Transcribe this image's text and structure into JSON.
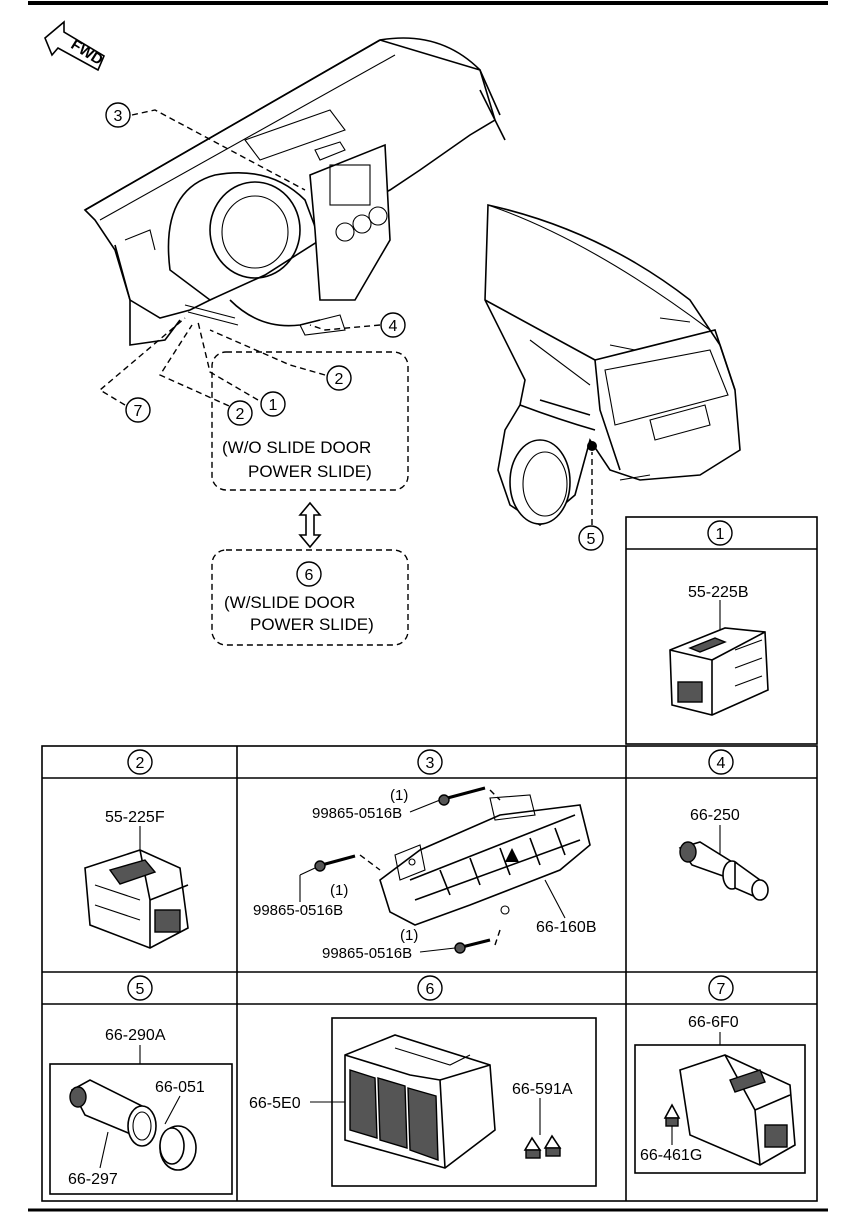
{
  "fwd_label": "FWD",
  "callouts": [
    "1",
    "2",
    "3",
    "4",
    "5",
    "6",
    "7"
  ],
  "option_a": {
    "line1": "(W/O SLIDE DOOR",
    "line2": "POWER SLIDE)"
  },
  "option_b": {
    "line1": "(W/SLIDE DOOR",
    "line2": "POWER SLIDE)"
  },
  "panels": {
    "p1": {
      "num": "1",
      "part": "55-225B"
    },
    "p2": {
      "num": "2",
      "part": "55-225F"
    },
    "p3": {
      "num": "3",
      "screw_a": "99865-0516B",
      "qty_a": "(1)",
      "screw_b": "99865-0516B",
      "qty_b": "(1)",
      "screw_c": "99865-0516B",
      "qty_c": "(1)",
      "panel_part": "66-160B"
    },
    "p4": {
      "num": "4",
      "part": "66-250"
    },
    "p5": {
      "num": "5",
      "part": "66-290A",
      "sub1": "66-051",
      "sub2": "66-297"
    },
    "p6": {
      "num": "6",
      "part": "66-5E0",
      "sub1": "66-591A"
    },
    "p7": {
      "num": "7",
      "part": "66-6F0",
      "sub1": "66-461G"
    }
  }
}
